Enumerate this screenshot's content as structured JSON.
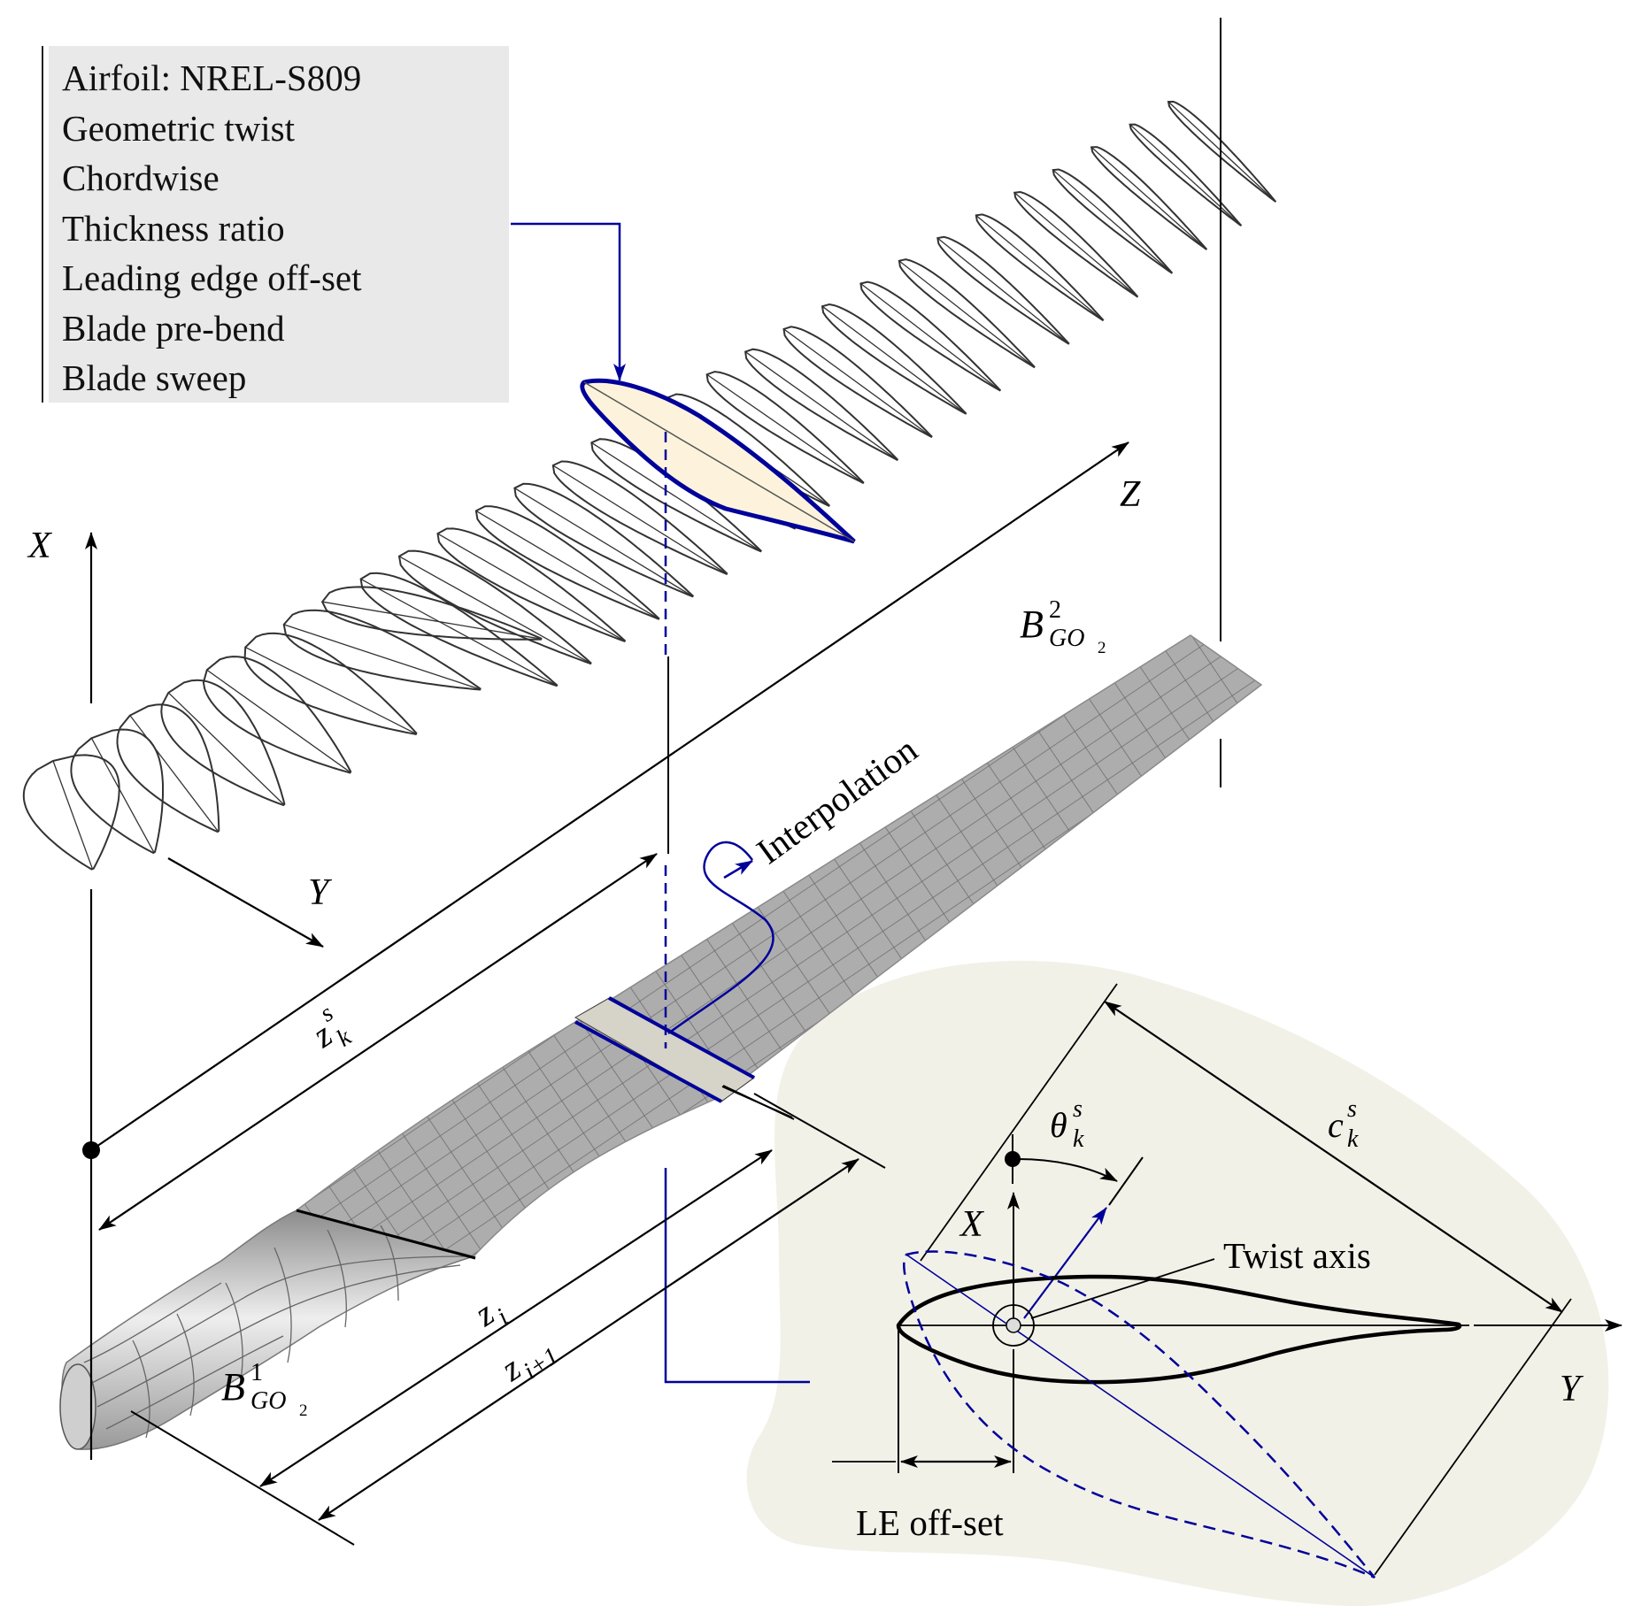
{
  "title": "Blade geometry parameterization from airfoil sections",
  "info_box": {
    "lines": [
      "Airfoil: NREL-S809",
      "Geometric twist",
      "Chordwise",
      "Thickness ratio",
      "Leading edge off-set",
      "Blade pre-bend",
      "Blade sweep"
    ]
  },
  "axes": {
    "x_label": "X",
    "y_label": "Y",
    "z_label": "Z"
  },
  "labels": {
    "interpolation": "Interpolation",
    "blade_root": {
      "base": "B",
      "sup": "1",
      "sub": "GO",
      "subsub": "2"
    },
    "blade_tip": {
      "base": "B",
      "sup": "2",
      "sub": "GO",
      "subsub": "2"
    },
    "z_k_s": {
      "base": "z",
      "sup": "s",
      "sub": "k"
    },
    "z_i": {
      "base": "z",
      "sub": "i"
    },
    "z_i1": {
      "base": "z",
      "sub": "i+1"
    }
  },
  "inset": {
    "x_label": "X",
    "y_label": "Y",
    "twist_axis_label": "Twist axis",
    "le_offset_label": "LE off-set",
    "theta": {
      "base": "θ",
      "sup": "s",
      "sub": "k"
    },
    "chord": {
      "base": "c",
      "sup": "s",
      "sub": "k"
    }
  },
  "colors": {
    "accent_blue": "#00009a",
    "highlight_fill": "#fdf3dc",
    "inset_bg": "#f2f1e8",
    "info_bg": "#e9e9e9",
    "mesh_gray": "#a8a8a8",
    "strip_fill": "#d6d3c8"
  }
}
